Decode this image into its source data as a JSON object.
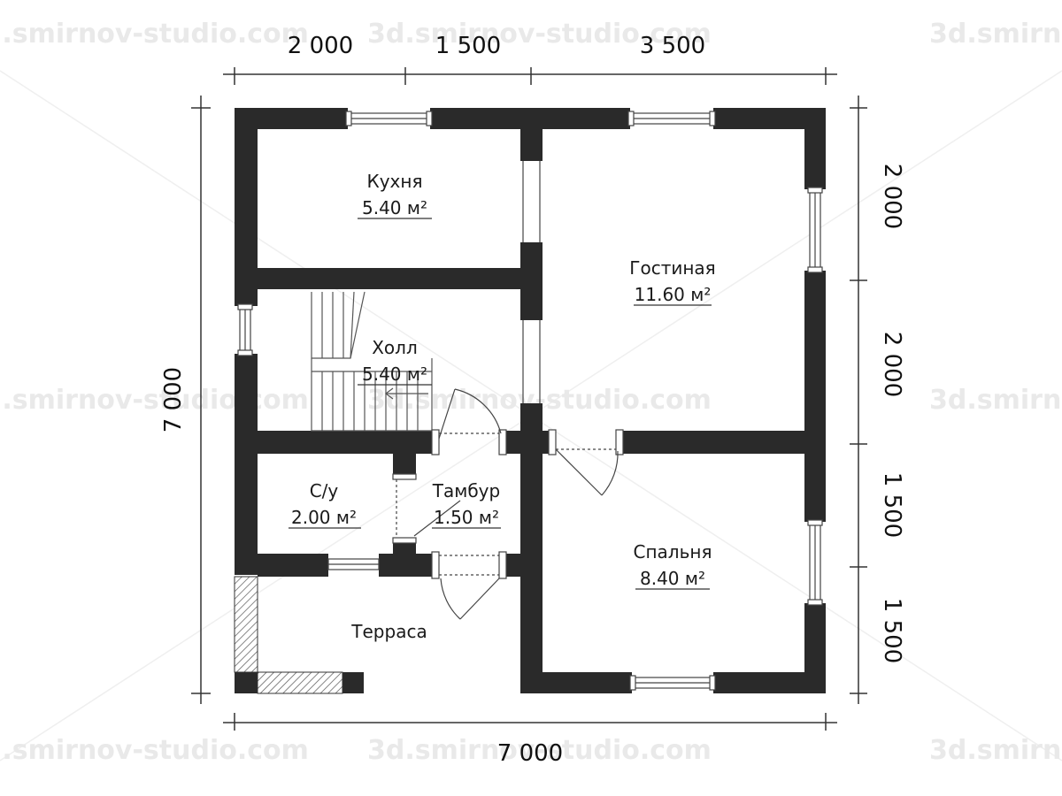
{
  "watermark": "3d.smirnov-studio.com",
  "dimensions": {
    "top": [
      "2 000",
      "1 500",
      "3 500"
    ],
    "bottom": "7 000",
    "left": "7 000",
    "right": [
      "2 000",
      "2 000",
      "1 500",
      "1 500"
    ]
  },
  "rooms": {
    "kitchen": {
      "name": "Кухня",
      "area": "5.40 м²"
    },
    "living": {
      "name": "Гостиная",
      "area": "11.60 м²"
    },
    "hall": {
      "name": "Холл",
      "area": "5.40 м²"
    },
    "bathroom": {
      "name": "С/у",
      "area": "2.00 м²"
    },
    "vestibule": {
      "name": "Тамбур",
      "area": "1.50 м²"
    },
    "bedroom": {
      "name": "Спальня",
      "area": "8.40 м²"
    },
    "terrace": {
      "name": "Терраса"
    }
  },
  "colors": {
    "wall": "#2a2a2a",
    "line": "#333333",
    "watermark": "#e9e9e9"
  }
}
